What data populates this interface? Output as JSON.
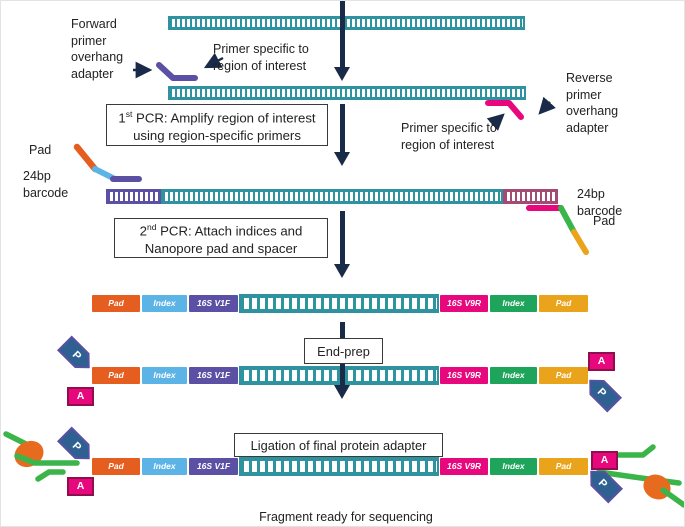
{
  "steps": {
    "pcr1": {
      "ordinal": "1",
      "suffix": "st",
      "text": " PCR: Amplify region of interest",
      "text2": "using region-specific primers"
    },
    "pcr2": {
      "ordinal": "2",
      "suffix": "nd",
      "text": " PCR: Attach indices and",
      "text2": "Nanopore pad and spacer"
    },
    "endprep": {
      "label": "End-prep"
    },
    "ligation": {
      "label": "Ligation of final protein adapter"
    },
    "final": {
      "label": "Fragment ready for sequencing"
    }
  },
  "annotations": {
    "forward_adapter": "Forward primer overhang adapter",
    "primer_specific_left": "Primer specific to region of interest",
    "primer_specific_right": "Primer specific to region of interest",
    "reverse_adapter": "Reverse primer overhang adapter",
    "pad_top_left": "Pad",
    "barcode_left": "24bp barcode",
    "barcode_right": "24bp barcode",
    "pad_right": "Pad"
  },
  "fragment": {
    "segments": [
      {
        "label": "Pad",
        "color": "#E55E20"
      },
      {
        "label": "Index",
        "color": "#5CB3E6"
      },
      {
        "label": "16S V1F",
        "color": "#5B50A4"
      },
      {
        "label": "16S V9R",
        "color": "#E8087E"
      },
      {
        "label": "Index",
        "color": "#1EA55B"
      },
      {
        "label": "Pad",
        "color": "#E9A41C"
      }
    ]
  },
  "tags": {
    "phosphate": "P",
    "adenine": "A"
  },
  "colors": {
    "dna_ladder": "#2E939F",
    "barcode_purple": "#5B50A4",
    "barcode_maroon": "#A34B73",
    "forward_primer": "#5B50A4",
    "reverse_primer": "#E8087E",
    "flow_arrow": "#1A2B49",
    "motor_protein": "#E86A1F",
    "adapter_strand_green": "#3BB54A",
    "p_tag_fill": "#2E6191",
    "a_tag_fill": "#E8087E"
  }
}
